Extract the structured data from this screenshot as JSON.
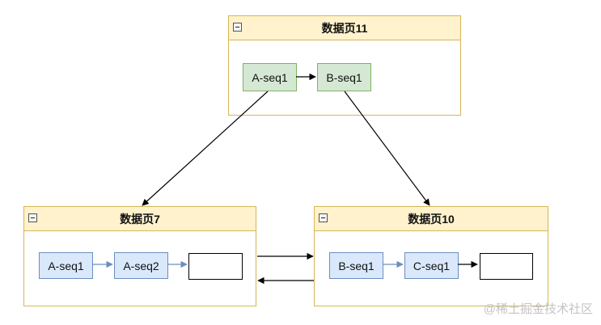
{
  "pages": {
    "page11": {
      "title": "数据页11",
      "nodes": [
        "A-seq1",
        "B-seq1"
      ]
    },
    "page7": {
      "title": "数据页7",
      "nodes": [
        "A-seq1",
        "A-seq2",
        ""
      ]
    },
    "page10": {
      "title": "数据页10",
      "nodes": [
        "B-seq1",
        "C-seq1",
        ""
      ]
    }
  },
  "colors": {
    "header_fill": "#fff2cc",
    "header_border": "#d6b656",
    "green_fill": "#d5e8d4",
    "green_border": "#82b366",
    "blue_fill": "#dae8fc",
    "blue_border": "#6c8ebf"
  },
  "watermark": "@稀土掘金技术社区"
}
